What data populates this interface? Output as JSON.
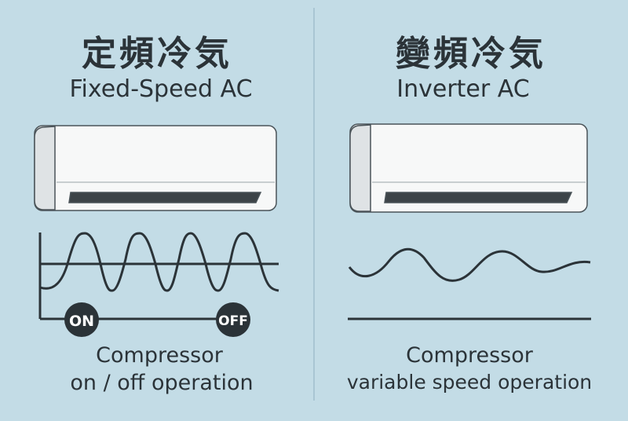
{
  "left": {
    "title": "定頻冷気",
    "subtitle": "Fixed-Speed AC",
    "on_label": "ON",
    "off_label": "OFF",
    "caption_line1": "Compressor",
    "caption_line2": "on / off operation"
  },
  "right": {
    "title": "變頻冷気",
    "subtitle": "Inverter AC",
    "caption_line1": "Compressor",
    "caption_line2": "variable speed operation"
  },
  "colors": {
    "background": "#c3dce6",
    "ink": "#2b3338",
    "unit": "#f7f8f8"
  }
}
